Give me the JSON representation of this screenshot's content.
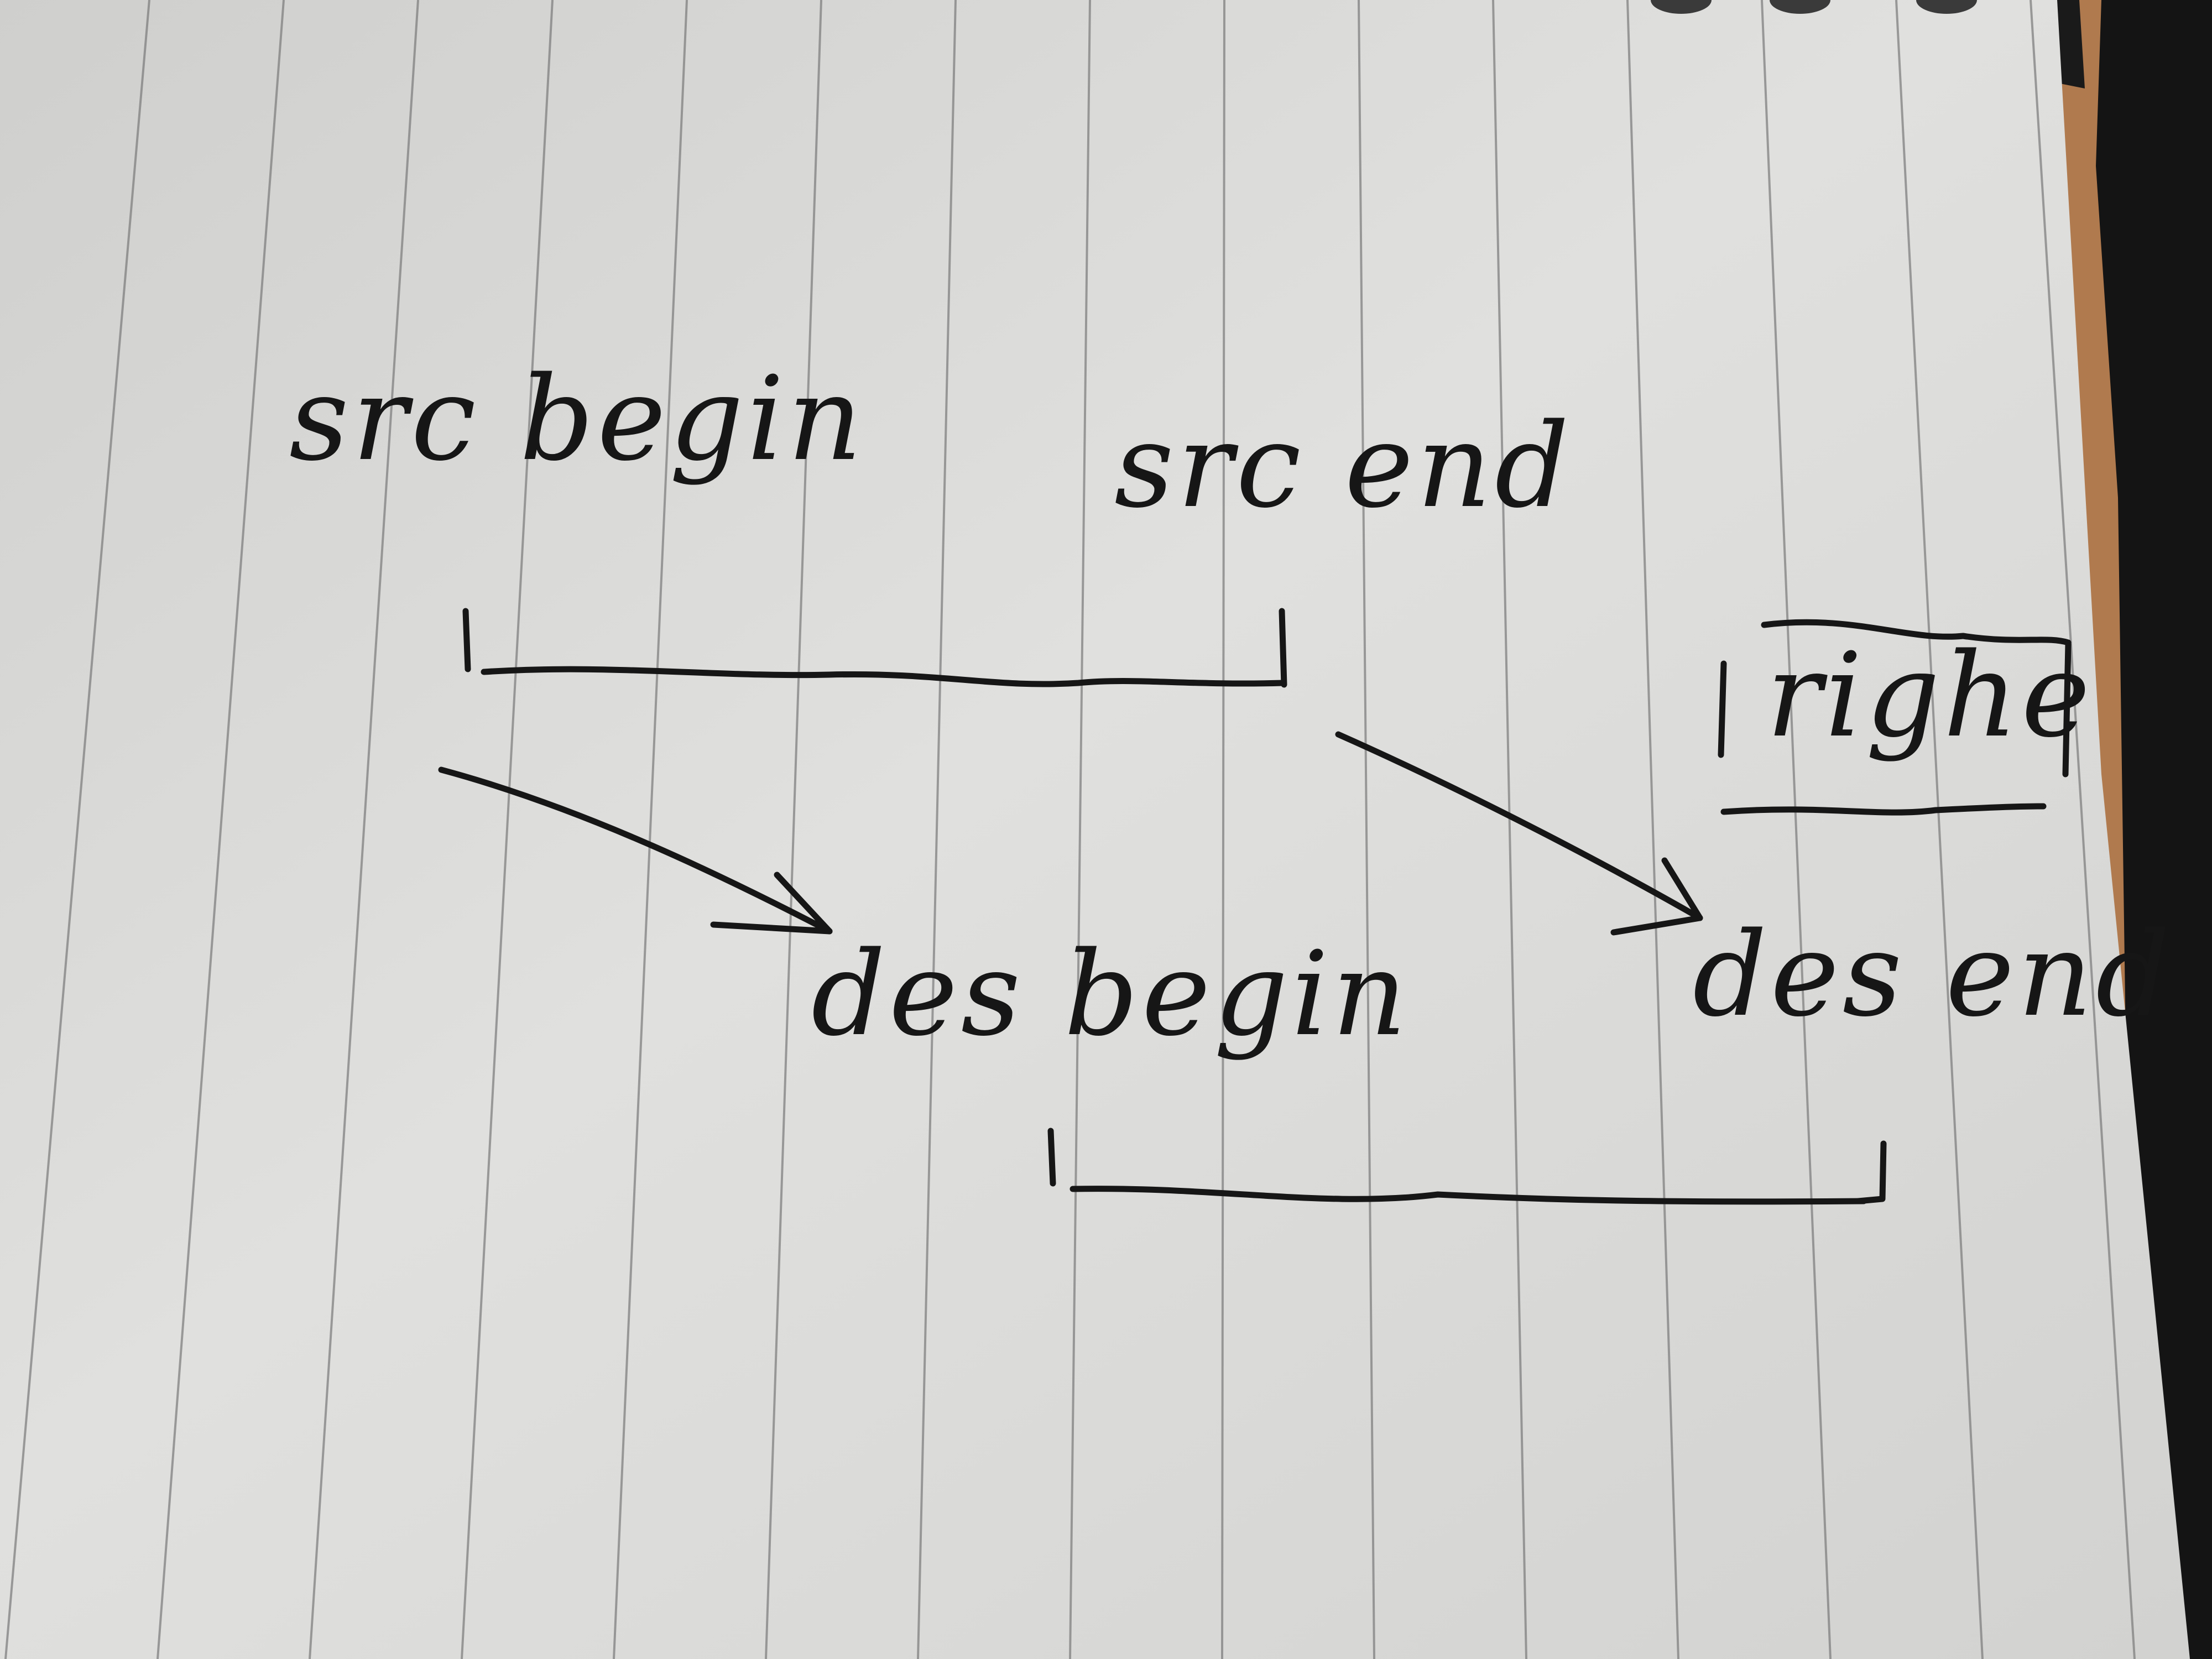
{
  "diagram": {
    "source_labels": {
      "begin": "src begin",
      "end": "src end"
    },
    "dest_labels": {
      "begin": "des begin",
      "end": "des end"
    },
    "note_box": {
      "text": "righe"
    },
    "arrows": [
      {
        "from": "src begin",
        "to": "des begin"
      },
      {
        "from": "src end",
        "to": "des end"
      }
    ]
  },
  "colors": {
    "ink": "#161616",
    "paper": "#d9d9d7",
    "rule": "#7a7a7a",
    "wood": "#b07a4e"
  }
}
